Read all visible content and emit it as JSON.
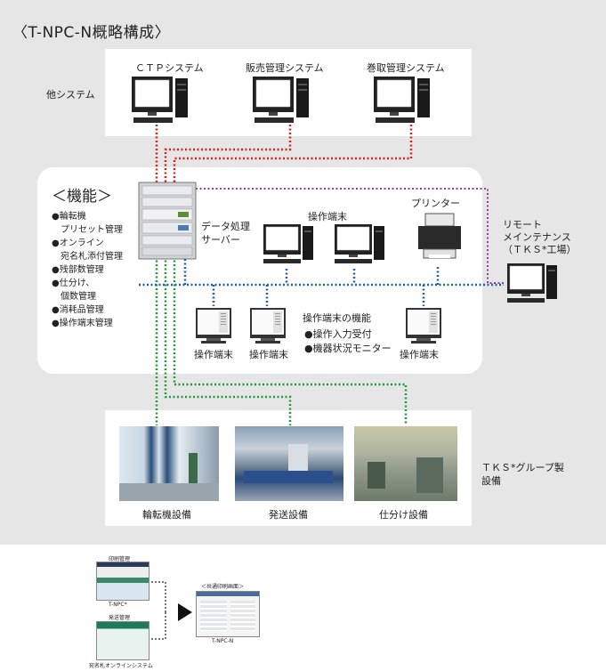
{
  "title": "〈T-NPC-N概略構成〉",
  "other_systems": {
    "label": "他システム",
    "items": [
      "ＣＴＰシステム",
      "販売管理システム",
      "巻取管理システム"
    ]
  },
  "functions": {
    "title": "＜機能＞",
    "items": [
      "●輪転機",
      "プリセット管理",
      "●オンライン",
      "宛名札添付管理",
      "●残部数管理",
      "●仕分け、",
      "個数管理",
      "●消耗品管理",
      "●操作端末管理"
    ]
  },
  "server": {
    "line1": "データ処理",
    "line2": "サーバー"
  },
  "terminals_top_label": "操作端末",
  "printer_label": "プリンター",
  "remote": {
    "line1": "リモート",
    "line2": "メインテナンス",
    "line3": "（ＴＫＳ*工場）"
  },
  "terminal_label": "操作端末",
  "terminal_functions": {
    "title": "操作端末の機能",
    "items": [
      "●操作入力受付",
      "●機器状況モニター"
    ]
  },
  "facilities": {
    "group_line1": "ＴＫＳ*グループ製",
    "group_line2": "設備",
    "items": [
      "輪転機設備",
      "発送設備",
      "仕分け設備"
    ]
  },
  "bottom": {
    "print_mgmt": "印刷管理",
    "t_npc_small": "T-NPC*",
    "shipping_mgmt": "発送管理",
    "address_system": "宛名札オンラインシステム",
    "common_screen": "＜共通印刷画面＞",
    "t_npc_n": "T-NPC-N"
  },
  "colors": {
    "background": "#e6e6e6",
    "red_link": "#d42020",
    "green_link": "#1a9a3a",
    "blue_network": "#1f5fa8",
    "purple_link": "#9a3a9a"
  }
}
